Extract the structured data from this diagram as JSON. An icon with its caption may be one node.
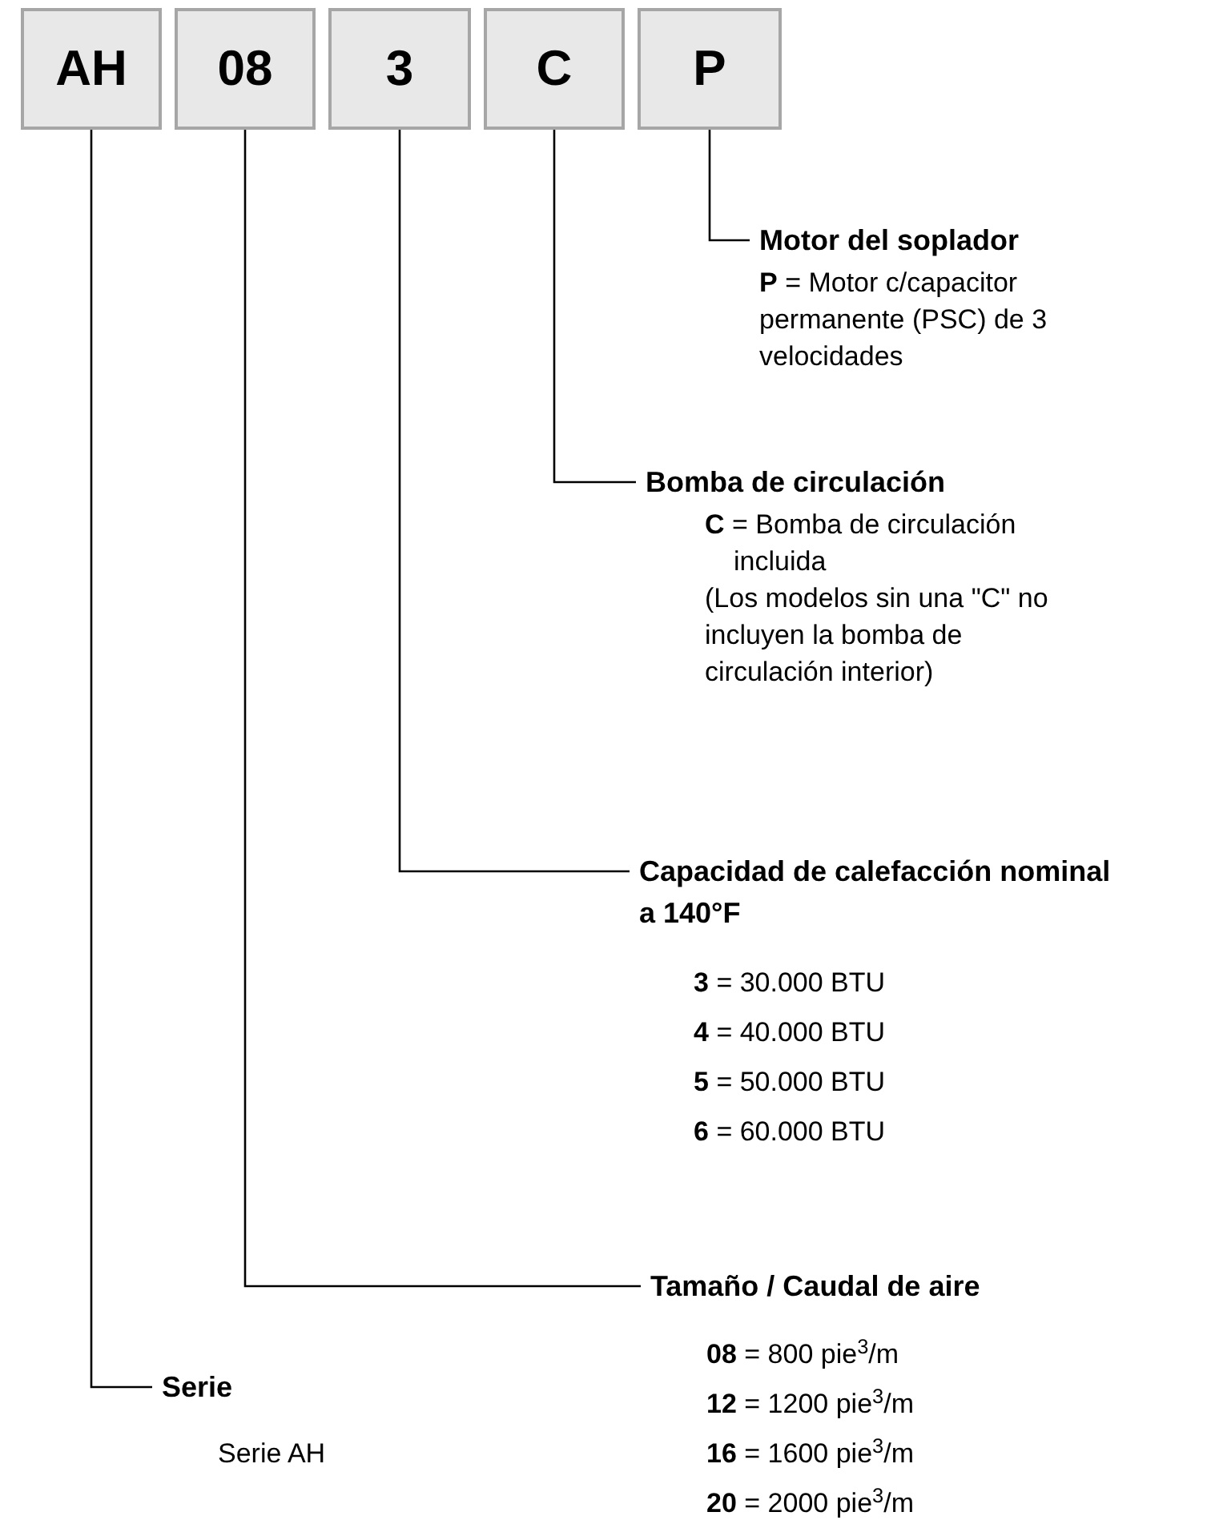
{
  "diagram": {
    "nodes": [
      {
        "text": [
          "AH"
        ]
      },
      {
        "text": [
          "08"
        ]
      },
      {
        "text": [
          "3"
        ]
      },
      {
        "text": [
          "C"
        ]
      },
      {
        "text": [
          "P"
        ]
      },
      {
        "text": [
          "Motor del soplador"
        ],
        "beside": [
          "**P** = Motor c/capacitor permanente (PSC) de 3 velocidades"
        ]
      },
      {
        "text": [
          "Bomba de circulación"
        ],
        "beside": [
          "**C** = Bomba de circulación incluida",
          "(Los modelos sin una \"C\" no incluyen la bomba de circulación interior)"
        ]
      },
      {
        "text": [
          "Capacidad de calefacción nominal a 140°F"
        ],
        "beside": [
          "**3** = 30.000 BTU",
          "**4** = 40.000 BTU",
          "**5** = 50.000 BTU",
          "**6** = 60.000 BTU"
        ]
      },
      {
        "text": [
          "Tamaño / Caudal de aire"
        ],
        "beside": [
          "**08** = 800 pie$^{3}$/m",
          "**12** = 1200 pie$^{3}$/m",
          "**16** = 1600 pie$^{3}$/m",
          "**20** = 2000 pie$^{3}$/m"
        ]
      },
      {
        "text": [
          "Serie"
        ],
        "beside": [
          "Serie AH"
        ]
      }
    ],
    "edges": [
      {
        "from": 4,
        "to": 5,
        "arrow": "none"
      },
      {
        "from": 3,
        "to": 6,
        "arrow": "none"
      },
      {
        "from": 2,
        "to": 7,
        "arrow": "none"
      },
      {
        "from": 1,
        "to": 8,
        "arrow": "none"
      },
      {
        "from": 0,
        "to": 9,
        "arrow": "none"
      }
    ]
  }
}
